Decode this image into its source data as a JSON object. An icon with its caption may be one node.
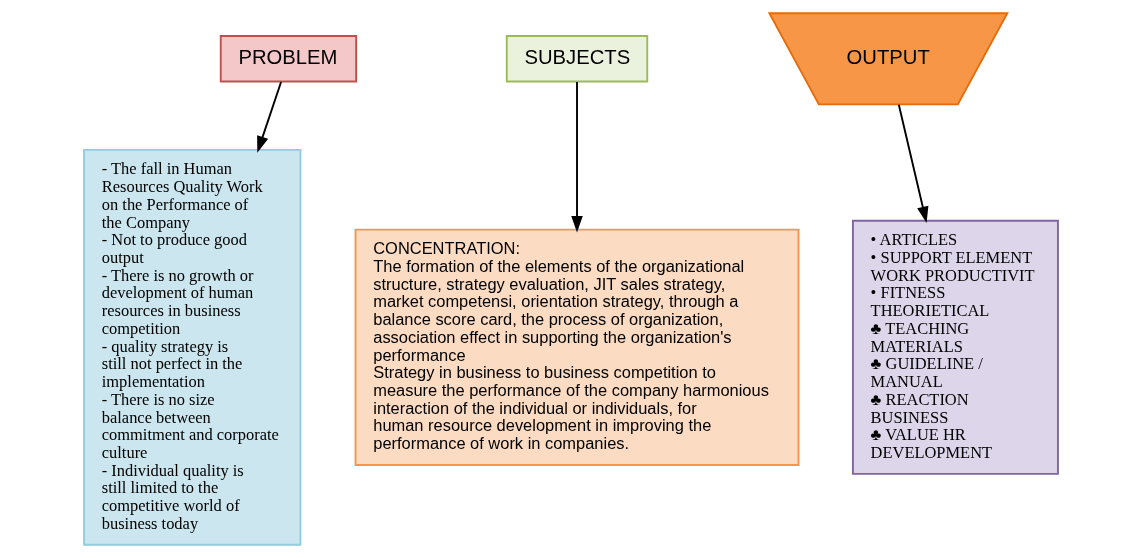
{
  "diagram": {
    "nodes": [
      {
        "text": [
          "PROBLEM"
        ]
      },
      {
        "text": [
          "- The fall in Human Resources Quality Work on the Performance of the Company",
          "- Not to produce good output",
          "- There is no growth or development of human resources in business competition",
          "- quality strategy is still not perfect in the implementation",
          "- There is no size balance between commitment and corporate culture",
          "- Individual quality is still limited to the competitive world of business today"
        ]
      },
      {
        "text": [
          "SUBJECTS"
        ]
      },
      {
        "text": [
          "CONCENTRATION:",
          "The formation of the elements of the organizational structure, strategy evaluation, JIT sales strategy, market competensi, orientation strategy, through a balance score card, the process of organization, association effect in supporting the organization's performance",
          "Strategy in business to business competition to measure the performance of the company harmonious interaction of the individual or individuals, for human resource development in improving the performance of work in companies."
        ]
      },
      {
        "text": [
          "OUTPUT"
        ]
      },
      {
        "text": [
          "• ARTICLES",
          "• SUPPORT ELEMENT WORK PRODUCTIVIT",
          "• FITNESS THEORIETICAL",
          "♣ TEACHING MATERIALS",
          "♣ GUIDELINE / MANUAL",
          "♣ REACTION BUSINESS",
          "♣ VALUE HR DEVELOPMENT"
        ]
      }
    ],
    "edges": [
      {
        "from": 0,
        "to": 1,
        "arrow": "to"
      },
      {
        "from": 2,
        "to": 3,
        "arrow": "to"
      },
      {
        "from": 4,
        "to": 5,
        "arrow": "to"
      }
    ]
  }
}
